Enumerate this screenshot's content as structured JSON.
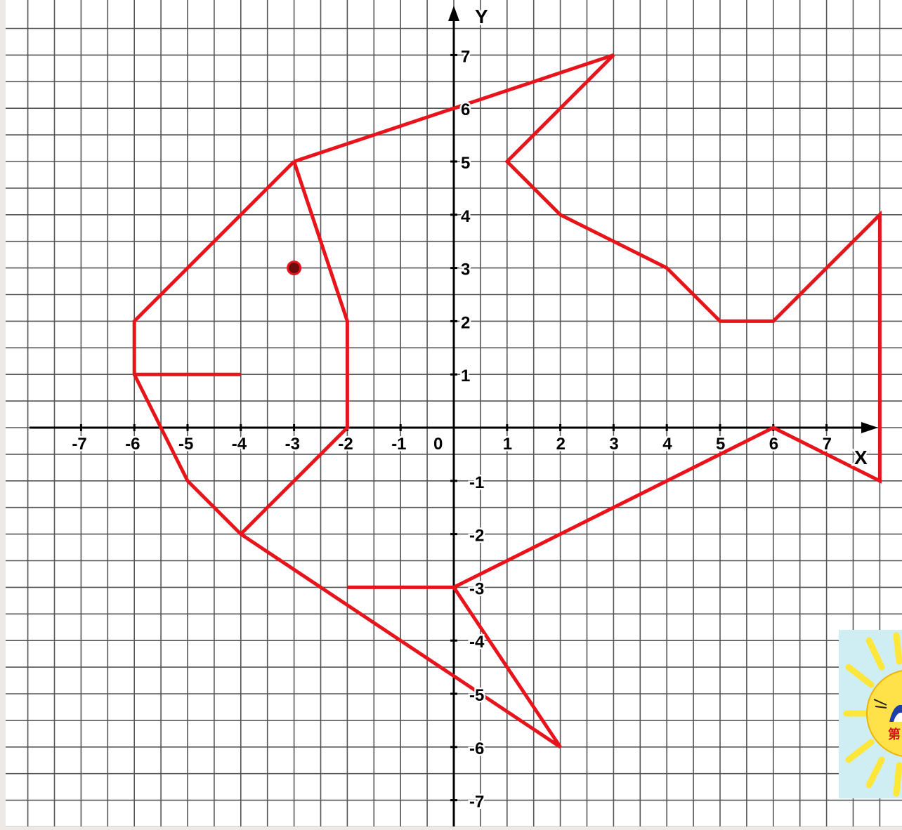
{
  "diagram": {
    "x_axis_label": "X",
    "y_axis_label": "Y",
    "origin_label": "0",
    "x_tick_labels": [
      "-7",
      "-6",
      "-5",
      "-4",
      "-3",
      "-2",
      "-1",
      "1",
      "2",
      "3",
      "4",
      "5",
      "6",
      "7"
    ],
    "y_tick_labels": [
      "7",
      "6",
      "5",
      "4",
      "3",
      "2",
      "1",
      "-1",
      "-2",
      "-3",
      "-4",
      "-5",
      "-6",
      "-7"
    ],
    "range": {
      "x": [
        -8.4,
        8.5
      ],
      "y": [
        -7.5,
        7.9
      ]
    },
    "colors": {
      "background": "#ffffff",
      "grid": "#555555",
      "axes": "#000000",
      "figure": "#e8141b",
      "eye": "#6b0d0d",
      "page": "#ede9e6"
    },
    "figure_outline_points": [
      [
        -3,
        5
      ],
      [
        3,
        7
      ],
      [
        1,
        5
      ],
      [
        2,
        4
      ],
      [
        4,
        3
      ],
      [
        5,
        2
      ],
      [
        6,
        2
      ],
      [
        8,
        4
      ],
      [
        8,
        -1
      ],
      [
        6,
        0
      ],
      [
        0,
        -3
      ],
      [
        2,
        -6
      ],
      [
        -4,
        -2
      ],
      [
        -5,
        -1
      ],
      [
        -6,
        1
      ],
      [
        -6,
        2
      ],
      [
        -3,
        5
      ]
    ],
    "inner_line_points": [
      [
        -3,
        5
      ],
      [
        -2,
        2
      ],
      [
        -2,
        0
      ],
      [
        -4,
        -2
      ]
    ],
    "fin_line_points": [
      [
        -2,
        -3
      ],
      [
        0,
        -3
      ]
    ],
    "mouth_line_points": [
      [
        -6,
        1
      ],
      [
        -4,
        1
      ]
    ],
    "eye_point": [
      -3,
      3
    ]
  },
  "sticker": {
    "icon": "smiling-sun-icon",
    "text": "第"
  }
}
